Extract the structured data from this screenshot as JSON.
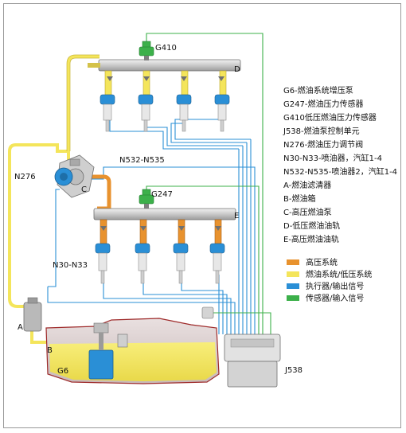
{
  "labels": {
    "g410": "G410",
    "g247": "G247",
    "n276": "N276",
    "n532_n535": "N532-N535",
    "n30_n33": "N30-N33",
    "c": "C",
    "d": "D",
    "e": "E",
    "a": "A",
    "b": "B",
    "g6": "G6",
    "j538": "J538"
  },
  "key": [
    "G6-燃油系统增压泵",
    "G247-燃油压力传感器",
    "G410低压燃油压力传感器",
    "J538-燃油泵控制单元",
    "N276-燃油压力调节阀",
    "N30-N33-喷油器，汽缸1-4",
    "N532-N535-喷油器2，汽缸1-4",
    "A-燃油滤清器",
    "B-燃油箱",
    "C-高压燃油泵",
    "D-低压燃油油轨",
    "E-高压燃油油轨"
  ],
  "legend": [
    {
      "label": "高压系统",
      "color": "#e8922e"
    },
    {
      "label": "燃油系统/低压系统",
      "color": "#f4e55b"
    },
    {
      "label": "执行器/输出信号",
      "color": "#2a8fd6"
    },
    {
      "label": "传感器/输入信号",
      "color": "#3cb04a"
    }
  ],
  "colors": {
    "high_pressure": "#e8922e",
    "low_pressure": "#f4e55b",
    "actuator": "#2a8fd6",
    "sensor": "#3cb04a"
  }
}
